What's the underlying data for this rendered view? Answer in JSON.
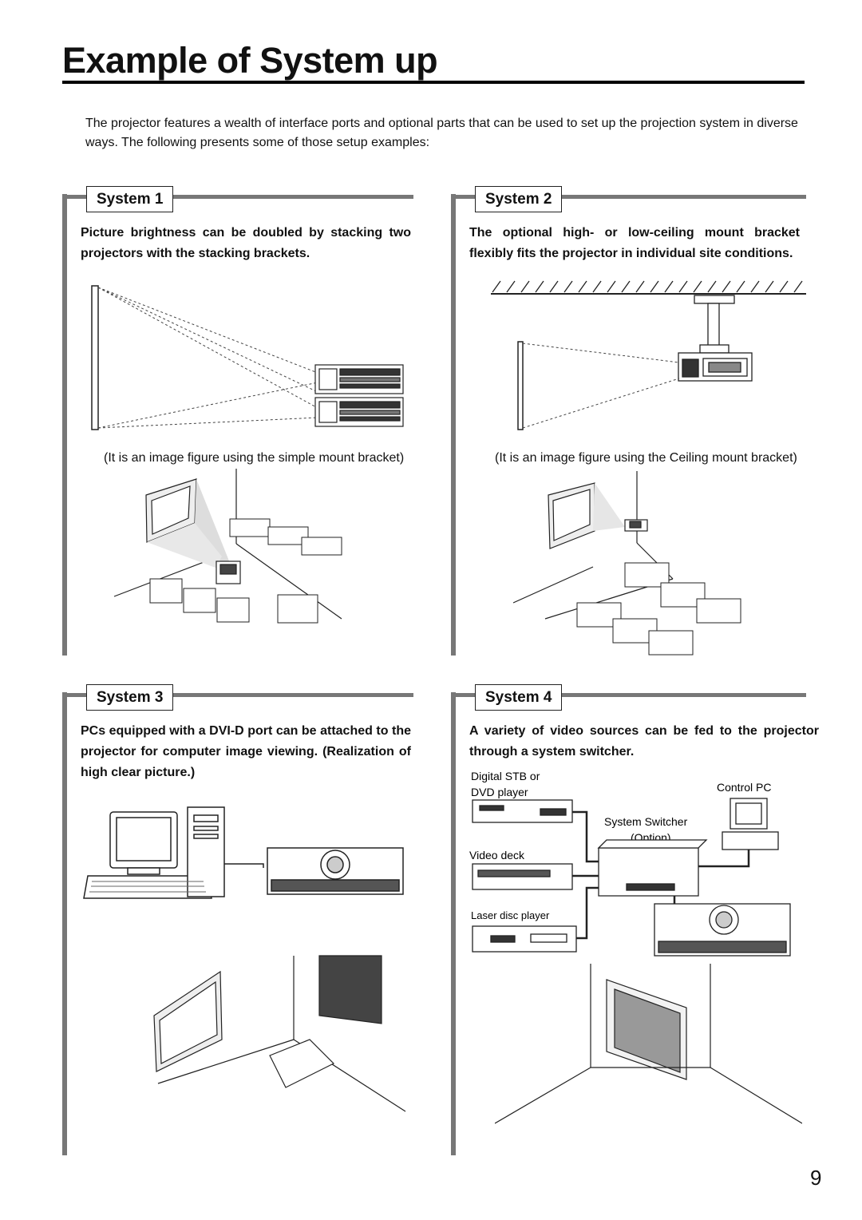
{
  "page": {
    "title": "Example of System up",
    "intro": "The projector features a wealth of interface ports and optional parts that can be used to set up the projection system in diverse ways. The following presents some of those setup examples:",
    "page_number": "9"
  },
  "system1": {
    "label": "System 1",
    "description": "Picture brightness can be doubled by stacking two projectors with the stacking brackets.",
    "caption": "(It is an image figure using the simple mount bracket)"
  },
  "system2": {
    "label": "System 2",
    "description": "The optional high- or low-ceiling mount bracket flexibly fits the projector in individual site conditions.",
    "caption": "(It is an image figure using the Ceiling mount bracket)"
  },
  "system3": {
    "label": "System 3",
    "description": "PCs equipped with a DVI-D port can be attached to the projector for computer image viewing. (Realization of high clear picture.)"
  },
  "system4": {
    "label": "System 4",
    "description": "A variety of video sources can be fed to the projector through a system switcher.",
    "labels": {
      "stb_line1": "Digital STB or",
      "stb_line2": "DVD player",
      "control_pc": "Control PC",
      "switcher_line1": "System Switcher",
      "switcher_line2": "(Option)",
      "video_deck": "Video deck",
      "laser_disc": "Laser disc player"
    }
  },
  "colors": {
    "rule": "#000000",
    "frame": "#777777",
    "line_art": "#222222"
  }
}
